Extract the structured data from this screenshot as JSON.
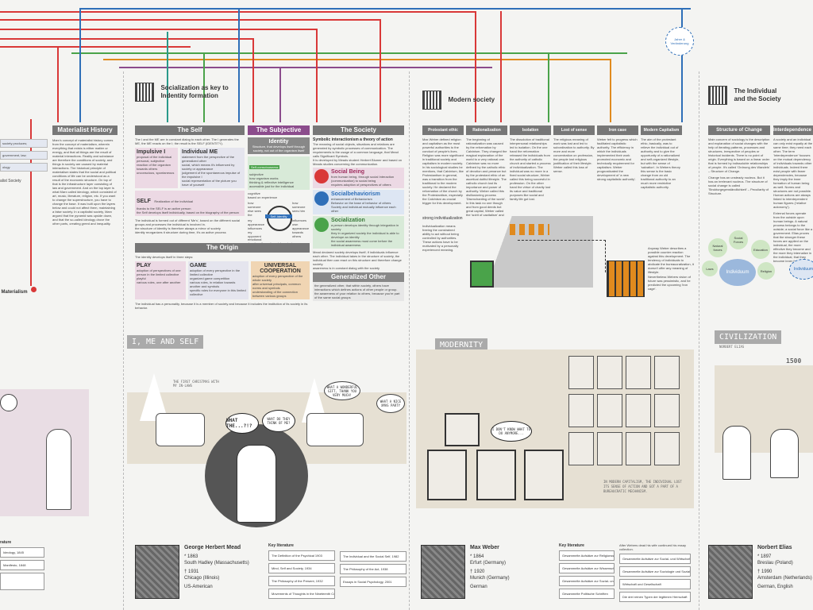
{
  "colors": {
    "red": "#d93838",
    "blue": "#2f6fb8",
    "green": "#4aa34a",
    "orange": "#e08a1e",
    "purple": "#8b4c8c",
    "teal": "#2a9a8a",
    "pink": "#d9b2c8",
    "grey": "#777777"
  },
  "top_bubble": {
    "label": "Jahre & Veränderung"
  },
  "materialist": {
    "header": "Materialist History",
    "marker": "Materialism",
    "left_frag_1": "society produces;",
    "left_frag_2": "government, law;",
    "left_frag_3": "ology",
    "left_frag_4": "alist Society",
    "body": "Marx's concept of materialist history comes from the concept of materialism, wherein everything that exists is either matter or energy, and that all things are the result of material interactions. Reality and substance are therefore the conditions of society, and things in society are caused by material interactions. The historical principle of materialism states that the social and political conditions of life can be understood as a result of the economic structure. On top of that is the infrastructure layer consisting of law and government. And on the top layer is what Marx called ideology, which consisted of art, music, literature, religion, etc. If you want to change the superstructure, you have to change the base. It was built upon the layers below and could not affect them, maintaining a false society. In a capitalist society, Marx argued that the pyramid was upside down, and that the so-called ideology drove the other parts, creating greed and inequality."
  },
  "socialization": {
    "title_line1": "Socialization as key to",
    "title_line2": "Indentity formation"
  },
  "self": {
    "header": "The Self",
    "intro": "The I and the ME are in constant dialog to each other. The I generates the ME, the ME reacts on the I; the result is the SELF (IDENTITY).",
    "impulsive_title": "Impulsive I",
    "impulsive_sub": "proposal of the individual",
    "impulsive_items": [
      "personal, subjective reaction of the organism towards others",
      "unconscious, spontaneous"
    ],
    "me_title": "Individual ME",
    "me_sub": "statement from the perspective of the generalized other",
    "me_items": [
      "social, which means it's influenced by society or appearance",
      "judgement of the spontaneous impulse of the impulsive I",
      "social representation of the picture you have of yourself"
    ],
    "self_title": "SELF",
    "self_sub": "Realization of the individual",
    "self_items": [
      "thanks to the SELF is an active person",
      "the Self develops itself individually, based on the biography of the person"
    ],
    "outro": "The individual is formed out of different 'Me's', based on the different social groups and processes the individual is involved in.",
    "outro_items": [
      "the structure of identity is therefore always a mirror of society",
      "identity reorganizes it structure during time, it's an active process"
    ]
  },
  "subjective": {
    "header": "The Subjective",
    "identity_title": "Identity",
    "identity_sub": "Structure, that develops itself through society, not out of the organism itself",
    "consciousness": "Self-consciousness",
    "consciousness_items": [
      "subjective",
      "how organism works",
      "thinking & reflective intelligence",
      "accessible just for the individual"
    ],
    "cognitive_items": [
      "cognitive",
      "based on experience"
    ],
    "diagram_left": "how someone else sees the",
    "diagram_right": "how someone sees him",
    "diagram_center": "Self-Identity",
    "diagram_bottom_left": "my appearance influences my opponent",
    "diagram_bottom_right": "influences own appearance towards others",
    "emotional_items": [
      "emotional",
      "develops through social contacts"
    ]
  },
  "society": {
    "header": "The Society",
    "subtitle": "Symbolic interactionism a theory of action",
    "intro": "The meaning of social objects, situations and relations are generated by symbolic processes of communication. The requirements is the usage of a common language, that Mead calls Significant Symbols.",
    "intro2": "It is developed by Meads student Herbert Blumer and based on Meads studies concerning the communication.",
    "being_title": "Social Being",
    "being_text": "from human being, through social Interaction (communication) to social being",
    "being_item": "requires adoption of perspectives of others",
    "behav_title": "Socialbehaviorism",
    "behav_text": "enhancement of Behaviorism",
    "behav_text2": "Behavior on the base of behavior of others",
    "behav_item": "Society and individual mutually influence each other",
    "soc_title": "Socialization",
    "soc_text": "a person develops identity through integration in society",
    "soc_text2": "they in organized society the individual is able to develope an identity",
    "soc_item": "the social awareness must come before the individual awareness",
    "outro": "Mead declared society develops itself; if individuals influence each other. The individual takes in the structure of society, the individual then can react on this structure and therefore change society.",
    "outro_item": "awareness is in constant dialog with the society",
    "gen_header": "Generalized Other",
    "gen_text": "the generalized other, that within society, others have interactions which defines actions of other people or group.",
    "gen_item": "the awareness of your relation to others, because you're part of the same social groups"
  },
  "origin": {
    "header": "The Origin",
    "intro": "The identity develops itself in three steps:",
    "play_title": "PLAY",
    "play_items": [
      "adoption of perspectives of one person in the limited collective",
      "playful",
      "various roles, one after another"
    ],
    "game_title": "GAME",
    "game_items": [
      "adoption of every perspective in the limited collective",
      "organized game competition",
      "various roles, in relation towards another and symbols",
      "specific roles for everyone in this limited collective"
    ],
    "uni_title_1": "UNIVERSAL",
    "uni_title_2": "COOPERATION",
    "uni_items": [
      "adoption of every perspective of the whole society",
      "after universal principals, common norms and symbols",
      "understanding of the connection between various groups"
    ],
    "outro": "The individual has a personality, because it is a member of society and because it includes the institution of its society in its behavior."
  },
  "modern": {
    "title": "Modern society",
    "protestant_h": "Protestant ethic",
    "protestant_t": "Max Weber defined religion and capitalism as the most powerful authorities to the conduct of people's lives. Religion was more significant in traditional society and capitalism in modern society. In his sociological studies he mentions, that Calvinism, like Protestantism in general, was a transition from the traditional to the modern society. He declared the reformation of the church by the Protestantism, especially the Calvinism as crucial trigger for this development.",
    "ration_h": "Rationalization",
    "ration_t": "The beginning of rationalization was caused by the reformation by Calvinism. They changed the magical explanation of the world to a very rational one. Calvinism was no more defined by the catholic ethic of devotion and penance but by the protestant ethic of an ascetical dutiful lifestyle. The catholic church lost its importance and power of authority. Weber called this disillusioning process 'Disenchanting of the world'. In this task no one though and from good deeds but great capital, Weber called the 'spirit of capitalism' and was fundamental to the development of capitalist society.",
    "isolation_h": "Isolation",
    "isolation_t": "The dissolution of traditional interpersonal relationships led to isolation. On the one hand the reformation released the individuals from the authority of catholic church and started a process of individualization. The individual was no more in a fixed social structure, Weber called this being succesful in profession. On the other hand the virtue of charity lost its value and traditional purposes like social and family life got lost.",
    "lost_h": "Lost of sense",
    "lost_t": "The religious meaning of work was lost and led to subordination to authority. By more and more concentration on profession, the people lost religious justification of their lifestyle. Weber called this loss of sense.",
    "iron_h": "Iron case",
    "iron_t": "Weber felt to progress which facilitated capitalistic authority. The efficiency in which the individuals implemented their work promoted economic and technically requirement for capitalism. Weber prognosticated the development of 'a new strong capitalistic authority'.",
    "capitalism_h": "Modern Capitalism",
    "capitalism_t": "The aim of the protestant ethic, basically, was to relieve the individual out of authority and to give the opportunity of a rationalized and self-organized lifestyle, but with the sense of 'salvation'. In Webers theory this sense is the basic change from an old traditional authority to an much more restrictive capitalistic authority.",
    "strong_label": "strong individualization",
    "strong_text": "Individualization means freeing the constrained ability to act without being controlled by authorities. These actions have to be motivated by a personally experienced meaning.",
    "note": "Anyway Weber describes a possible counter reaction against this development. The tendency of individuals to abdicate the bureaucratization, it doesn't offer any meaning of lifestyle.",
    "note2": "Nevertheless Webers vision of future was pessimistic, and he predicted the upcoming 'iron cage'."
  },
  "individual": {
    "title_line1": "The Individual",
    "title_line2": "and the Society",
    "change_h": "Structure of Change",
    "change_t": "Main concern of sociology is the description and explanation of social changes with the help of iterating patterns, processes and structures, irrespective of peoples or historical incidents. There is no point of origin. Everything is based on a linear order that is formed by indissoluble relationships of people. It's called 'Ordnung des Wandels' – Structure of Change.",
    "change_t2": "Change has an unsteady nucleus. But it has an irrelevant nucleus. The structure of social change is called 'Strukturgegenständlichkeit' – Peculiarity of Structure.",
    "inter_h": "Interdependence",
    "inter_t": "A society and an individual can only exist equally at the same time; they need each other. The term 'Interdependence' focuses on the mutual dependency of individuals towards other individuals. Indeed there exist people with fewer dependencies, because they imply the inner formation of human being as well. Norms and structures are not possible. Human actions are always linked to interdependent human figures ('relative autonomy').",
    "inter_t2": "External forces operate from the outside upon human beings. A natural process belongs to the outside; a social force like a government. Elias proves that the stronger these forces are applied on the individual, the more effective they become and the more they internalize in the individual, that they become inner forces.",
    "center": "Individuum",
    "node_nature": "Natural forces",
    "node_social": "Social Forces",
    "node_edu": "Education",
    "node_laws": "Laws",
    "node_rel": "Religion",
    "node_right": "Individuum"
  },
  "comics": {
    "me_self_title": "I, ME AND SELF",
    "modernity_title": "MODERNITY",
    "civilization_title": "CIVILIZATION",
    "civ_sub": "NORBERT ELIAS",
    "civ_year": "1500",
    "bubble_1": "THE FIRST CHRISTMAS WITH MY IN-LAWS",
    "bubble_2": "WHAT A WONDERFUL GIFT, THANK YOU VERY MUCH!",
    "bubble_3": "WHAT A NICE XMAS PARTY",
    "bubble_4": "WHAT THE...?!?",
    "bubble_5": "WHAT DO THEY THINK OF ME?",
    "bubble_6": "I DON'T KNOW WHAT TO DO ANYMORE...",
    "caption_modern": "IN MODERN CAPITALISM, THE INDIVIDUAL LOST ITS SENSE OF ACTION AND GOT A PART OF A BUREAUCRATIC MECHANISM."
  },
  "mead": {
    "name": "George Herbert Mead",
    "born": "1863",
    "born_place": "South Hadley (Massachusetts)",
    "died": "1931",
    "died_place": "Chicago (Illinois)",
    "nation": "US-American",
    "lit_header": "Key literature",
    "lit": [
      "The Definition of the Psychical 1903",
      "Mind, Self and Society, 1934",
      "The Philosophy of the Present, 1932",
      "Movements of Thoughts in the Nineteenth Century, 1936"
    ],
    "lit2": [
      "The Individual and the Social Self, 1982",
      "The Philosophy of the Act, 1938",
      "Essays in Social Psychology, 2001"
    ]
  },
  "weber": {
    "name": "Max Weber",
    "born": "1864",
    "born_place": "Erfurt (Germany)",
    "died": "1920",
    "died_place": "Munich (Germany)",
    "nation": "German",
    "lit_header": "Key literature",
    "lit": [
      "Gesammelte Aufsätze zur Religionssoziologie",
      "Gesammelte Aufsätze zur Wissenschaftslehre",
      "Gesammelte Aufsätze zur Sozial- und Wirtschaftsgeschichte",
      "Gesammelte Politische Schriften"
    ],
    "lit_note": "After Webers dead his wife continued his essay collection.",
    "lit2": [
      "Gesammelte Aufsätze zur Sozial- und Wirtschaftsgeschichte",
      "Gesammelte Aufsätze zur Soziologie und Sozialpolitik",
      "Wirtschaft und Gesellschaft",
      "Die drei reinen Typen der legitimen Herrschaft"
    ]
  },
  "elias": {
    "name": "Norbert Elias",
    "born": "1897",
    "born_place": "Breslau (Poland)",
    "died": "1990",
    "died_place": "Amsterdam (Netherlands)",
    "nation": "German, English"
  },
  "left_bio": {
    "header": "rature",
    "lit": [
      "Ideology, 1845",
      "Manifesto, 1848",
      ""
    ]
  }
}
